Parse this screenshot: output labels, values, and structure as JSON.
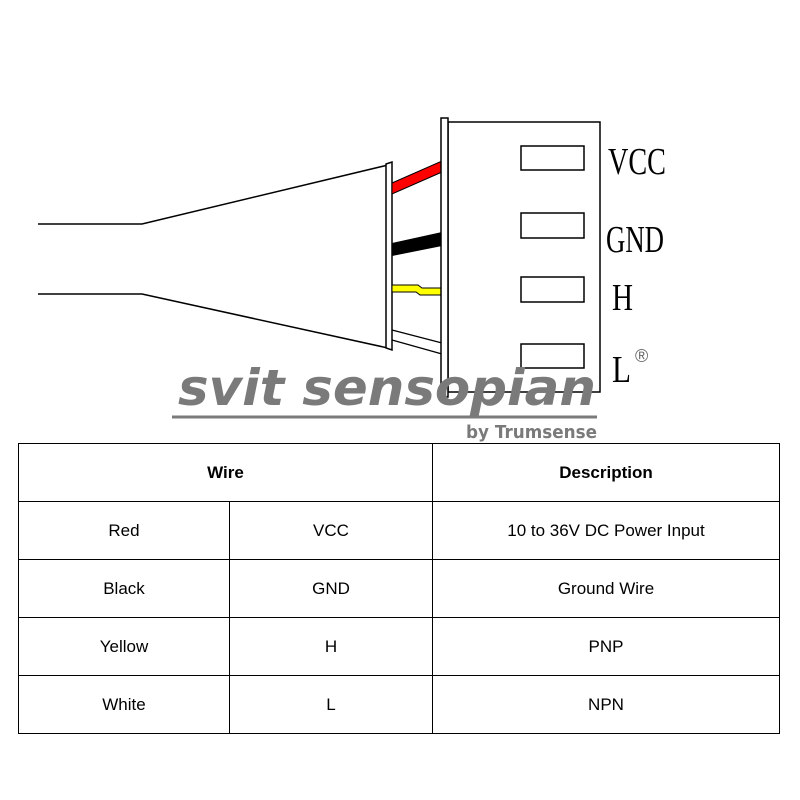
{
  "diagram": {
    "pins": [
      "VCC",
      "GND",
      "H",
      "L"
    ],
    "wire_colors": {
      "red": "#ff0000",
      "black": "#000000",
      "yellow": "#ffff00",
      "white": "#ffffff"
    },
    "watermark": {
      "brand": "svit sensopian",
      "byline": "by Trumsense",
      "registered": "®"
    }
  },
  "table": {
    "headers": {
      "wire": "Wire",
      "description": "Description"
    },
    "rows": [
      {
        "color": "Red",
        "pin": "VCC",
        "description": "10 to 36V DC Power Input"
      },
      {
        "color": "Black",
        "pin": "GND",
        "description": "Ground Wire"
      },
      {
        "color": "Yellow",
        "pin": "H",
        "description": "PNP"
      },
      {
        "color": "White",
        "pin": "L",
        "description": "NPN"
      }
    ]
  }
}
